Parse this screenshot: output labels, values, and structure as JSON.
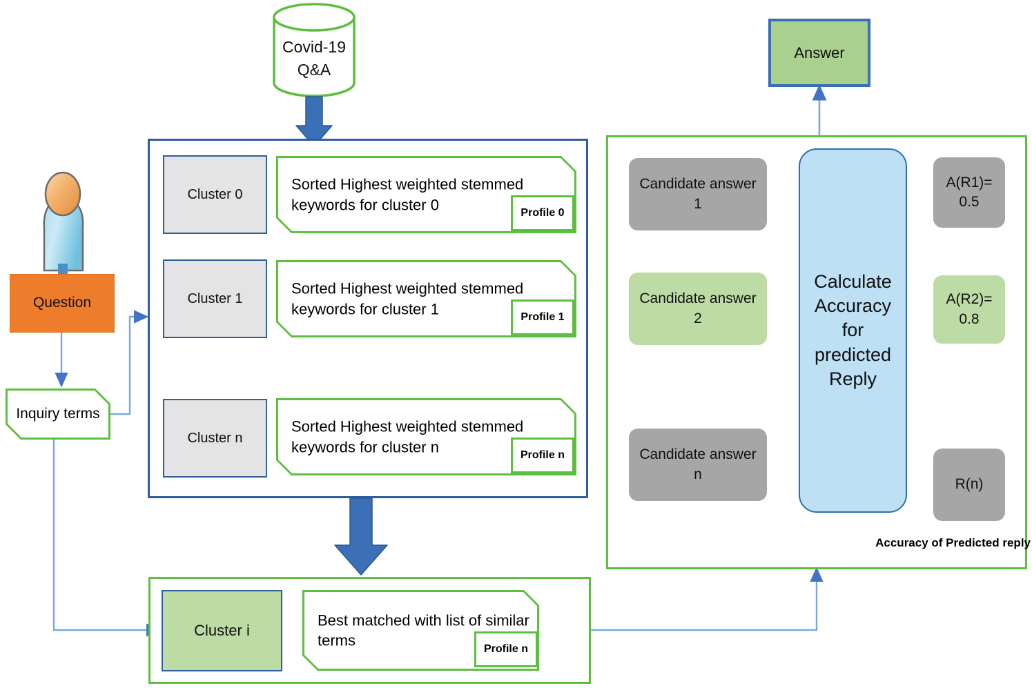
{
  "diagram": {
    "title": "Covid-19 Q&A clustering and answer-accuracy pipeline",
    "colors": {
      "green_border": "#5CBF3E",
      "blue_border": "#2E5E9E",
      "arrow_blue": "#4472C4",
      "block_arrow_blue": "#3B6FB6",
      "orange": "#ED7D2B",
      "light_green_fill": "#BDDBA4",
      "gray_fill": "#A6A6A6",
      "cluster_gray_fill": "#E4E4E4",
      "calc_fill": "#BDE0F5"
    }
  },
  "datastore": {
    "name": "covid-qa-database",
    "line1": "Covid-19",
    "line2": "Q&A"
  },
  "user": {
    "avatar_name": "user-avatar-icon",
    "question_label": "Question",
    "inquiry_label": "Inquiry terms"
  },
  "clustering_panel": {
    "rows": [
      {
        "cluster_label": "Cluster 0",
        "keywords_line1": "Sorted  Highest weighted stemmed",
        "keywords_line2": "keywords for cluster 0",
        "profile_label": "Profile 0"
      },
      {
        "cluster_label": "Cluster 1",
        "keywords_line1": "Sorted  Highest weighted stemmed",
        "keywords_line2": "keywords for cluster 1",
        "profile_label": "Profile 1"
      },
      {
        "cluster_label": "Cluster n",
        "keywords_line1": "Sorted  Highest weighted stemmed",
        "keywords_line2": "keywords for cluster n",
        "profile_label": "Profile n"
      }
    ]
  },
  "match_panel": {
    "cluster_label": "Cluster i",
    "match_line1": "Best matched with list of similar",
    "match_line2": "terms",
    "profile_label": "Profile n"
  },
  "accuracy_panel": {
    "candidates": [
      {
        "line1": "Candidate answer",
        "line2": "1",
        "fill": "gray"
      },
      {
        "line1": "Candidate answer",
        "line2": "2",
        "fill": "green"
      },
      {
        "line1": "Candidate answer",
        "line2": "n",
        "fill": "gray"
      }
    ],
    "calculator": {
      "l1": "Calculate",
      "l2": "Accuracy",
      "l3": "for",
      "l4": "predicted",
      "l5": "Reply"
    },
    "results": [
      {
        "line1": "A(R1)=",
        "line2": "0.5",
        "fill": "gray"
      },
      {
        "line1": "A(R2)=",
        "line2": "0.8",
        "fill": "green"
      },
      {
        "line1": "R(n)",
        "line2": "",
        "fill": "gray"
      }
    ],
    "caption": "Accuracy of  Predicted reply"
  },
  "answer": {
    "label": "Answer"
  }
}
